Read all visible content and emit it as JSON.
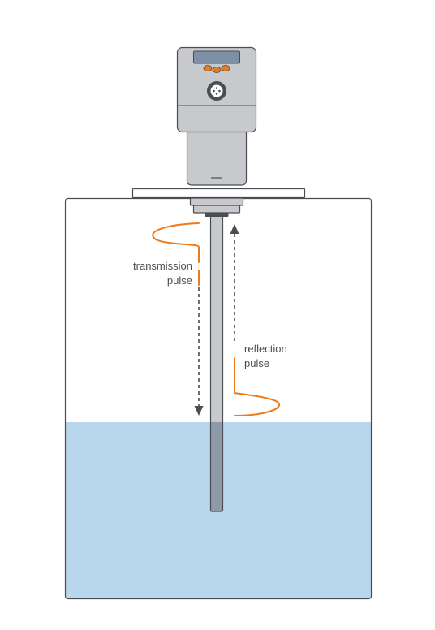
{
  "labels": {
    "transmission": {
      "line1": "transmission",
      "line2": "pulse"
    },
    "reflection": {
      "line1": "reflection",
      "line2": "pulse"
    }
  },
  "colors": {
    "liquid": "#b8d6ec",
    "outline": "#4a4d52",
    "sensor_body": "#c7c9cc",
    "pulse": "#ee7a1a",
    "display_screen": "#7f8fa6"
  },
  "icons": {
    "display": "display-screen-icon",
    "buttons": "button-icon",
    "connector": "connector-icon",
    "arrow_down": "arrow-down-icon",
    "arrow_up": "arrow-up-icon"
  }
}
